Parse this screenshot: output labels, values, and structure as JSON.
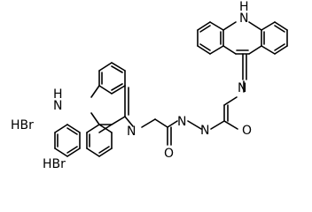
{
  "molecule": {
    "atom_labels": {
      "nh_top": "H",
      "n_top": "N",
      "nh_left": "H",
      "n_left": "N",
      "n_imine_top": "N",
      "n_imine_left": "N",
      "hydrazide_n1": "N",
      "hydrazide_n2": "N",
      "o_left": "O",
      "o_right": "O"
    },
    "salts": [
      "HBr",
      "HBr"
    ]
  }
}
